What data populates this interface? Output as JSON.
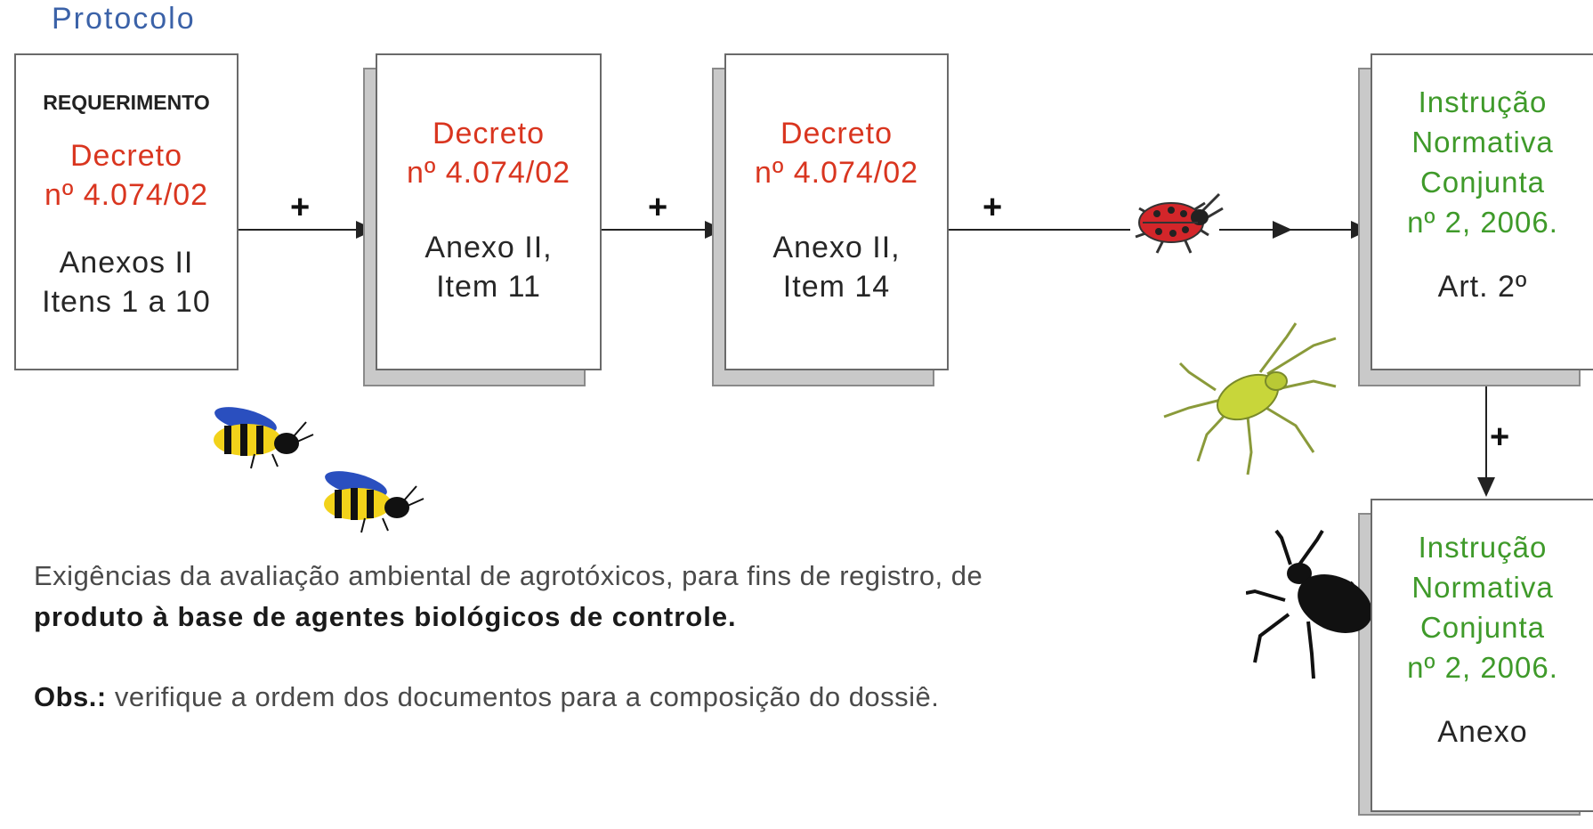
{
  "title": "Protocolo",
  "boxes": {
    "box1": {
      "heading": "REQUERIMENTO",
      "decree_line1": "Decreto",
      "decree_line2": "nº  4.074/02",
      "line1": "Anexos  II",
      "line2": "Itens 1 a 10"
    },
    "box2": {
      "decree_line1": "Decreto",
      "decree_line2": "nº  4.074/02",
      "line1": "Anexo II,",
      "line2": "Item 11"
    },
    "box3": {
      "decree_line1": "Decreto",
      "decree_line2": "nº 4.074/02",
      "line1": "Anexo II,",
      "line2": "Item 14"
    },
    "box4": {
      "line1": "Instrução",
      "line2": "Normativa",
      "line3": "Conjunta",
      "line4": "nº 2, 2006.",
      "line5": "Art. 2º"
    },
    "box5": {
      "line1": "Instrução",
      "line2": "Normativa",
      "line3": "Conjunta",
      "line4": "nº 2, 2006.",
      "line5": "Anexo"
    }
  },
  "plus_signs": [
    "+",
    "+",
    "+",
    "+"
  ],
  "description": {
    "text_plain": "Exigências da avaliação ambiental de agrotóxicos, para fins de registro, de ",
    "text_bold": "produto à base de agentes biológicos de controle."
  },
  "observation": {
    "label": "Obs.:",
    "text": " verifique a ordem  dos documentos para a composição do dossiê."
  },
  "icons": [
    "ladybug-icon",
    "aphid-icon",
    "beetle-icon",
    "bee-icon",
    "bee-icon"
  ],
  "colors": {
    "title": "#3b62a8",
    "decree": "#d9351f",
    "instruction": "#3f9a2a",
    "text": "#222222"
  }
}
